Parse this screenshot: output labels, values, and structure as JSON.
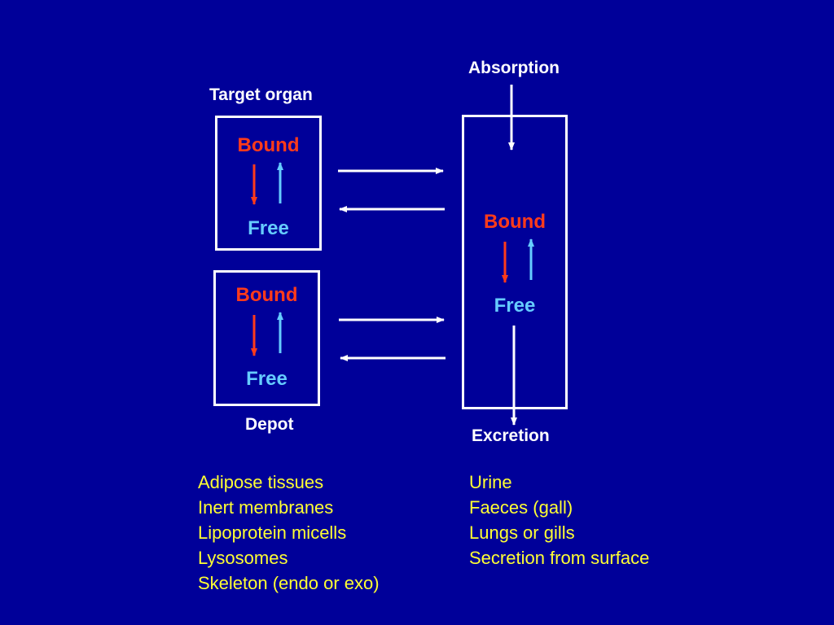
{
  "labels": {
    "absorption": "Absorption",
    "target_organ": "Target organ",
    "depot": "Depot",
    "excretion": "Excretion"
  },
  "target_organ_box": {
    "bound": "Bound",
    "free": "Free"
  },
  "depot_box": {
    "bound": "Bound",
    "free": "Free"
  },
  "central_box": {
    "bound": "Bound",
    "free": "Free"
  },
  "depot_list": [
    "Adipose tissues",
    "Inert membranes",
    "Lipoprotein micells",
    "Lysosomes",
    "Skeleton (endo or exo)"
  ],
  "excretion_list": [
    "Urine",
    "Faeces (gall)",
    "Lungs or gills",
    "Secretion from surface"
  ],
  "colors": {
    "background": "#000099",
    "bound": "#ff3b1a",
    "free": "#66ccff",
    "list_text": "#ffff33",
    "lines": "#ffffff"
  }
}
